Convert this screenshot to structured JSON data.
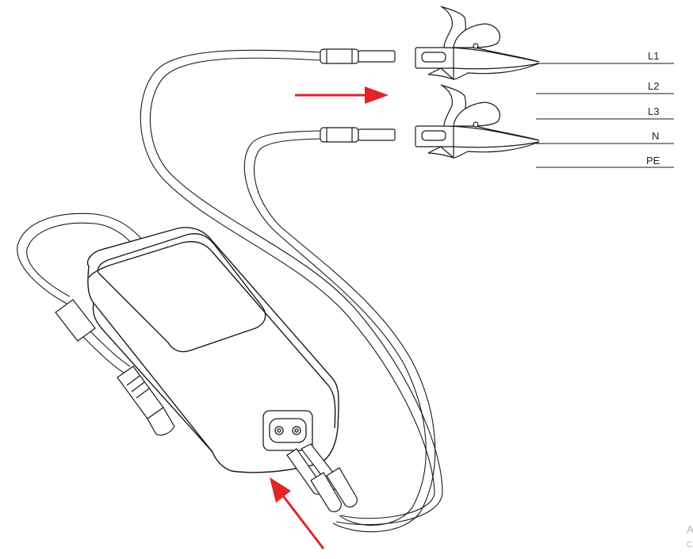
{
  "wires": [
    {
      "label": "L1"
    },
    {
      "label": "L2"
    },
    {
      "label": "L3"
    },
    {
      "label": "N"
    },
    {
      "label": "PE"
    }
  ],
  "edge_fragment": {
    "line1": "A",
    "line2": "C"
  },
  "colors": {
    "line": "#1a1a1a",
    "arrow": "#e02428",
    "fill": "#ffffff"
  }
}
